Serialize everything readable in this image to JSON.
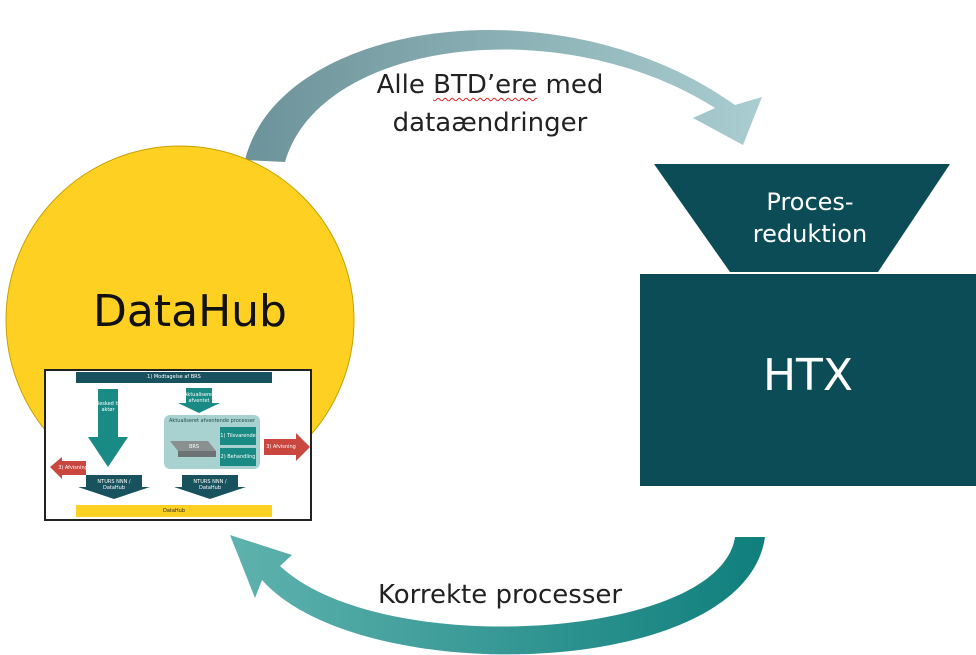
{
  "flows": {
    "top_label_word1": "Alle",
    "top_label_squiggle": "BTD’ere",
    "top_label_word3": "med",
    "top_label_line2": "dataændringer",
    "bottom_label": "Korrekte processer"
  },
  "nodes": {
    "datahub_title": "DataHub",
    "funnel_line1": "Proces-",
    "funnel_line2": "reduktion",
    "htx_title": "HTX"
  },
  "thumbnail": {
    "header": "1) Modtagelse af BRS",
    "footer": "DataHub",
    "center_label": "Aktualiseret afventende processer",
    "block_label": "BRS",
    "box1": "1) Tilsvarende",
    "box2": "2) Behandling",
    "left_arrow_label": "3) Afvisning",
    "right_arrow_label": "3) Afvisning",
    "down1_label": "Besked til aktør",
    "down2_label": "Aktualiseret afventet",
    "bottom1_label": "NTURS NNN / DataHub",
    "bottom2_label": "NTURS NNN / DataHub"
  },
  "colors": {
    "datahub_circle": "#fdd021",
    "htx_block": "#0b4c56",
    "arrow_top_start": "#6c9399",
    "arrow_top_end": "#a9cdd0",
    "arrow_bottom_start": "#6fbab5",
    "arrow_bottom_end": "#158a86",
    "thumb_teal": "#1a8a84",
    "thumb_red": "#c9473f",
    "thumb_navy": "#18525e",
    "thumb_yellow": "#fdd021"
  }
}
